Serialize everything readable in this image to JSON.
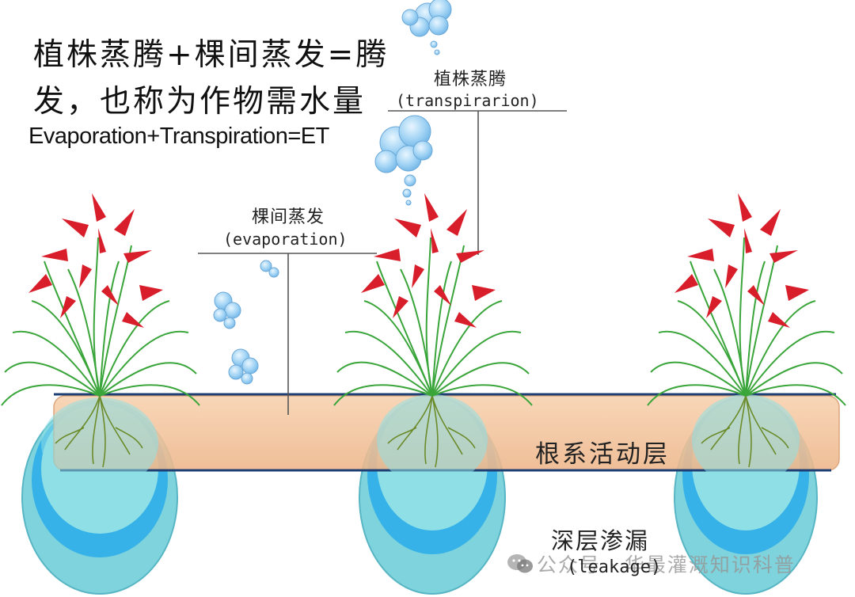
{
  "heading": {
    "line1": "植株蒸腾+棵间蒸发=腾",
    "line2": "发，也称为作物需水量"
  },
  "formula_en": "Evaporation+Transpiration=ET",
  "labels": {
    "transpiration_cn": "植株蒸腾",
    "transpiration_en": "(transpirarion)",
    "evaporation_cn": "棵间蒸发",
    "evaporation_en": "(evaporation)",
    "root_layer": "根系活动层",
    "deep_leakage_cn": "深层渗漏",
    "deep_leakage_en": "(leakage)"
  },
  "watermark": "公众号 · 华最灌溉知识科普",
  "icons": [
    "cloud-icon",
    "wechat-icon",
    "plant-icon"
  ],
  "colors": {
    "soil_band": "#f2c39c",
    "soil_line": "#1d3f73",
    "water_outer": "#7fd3dc",
    "water_mid": "#35b3e8",
    "water_inner": "#8fe0e6",
    "leaf_green": "#3aa53a",
    "flower_red": "#d81e2a",
    "cloud_blue": "#8cc8ef"
  }
}
